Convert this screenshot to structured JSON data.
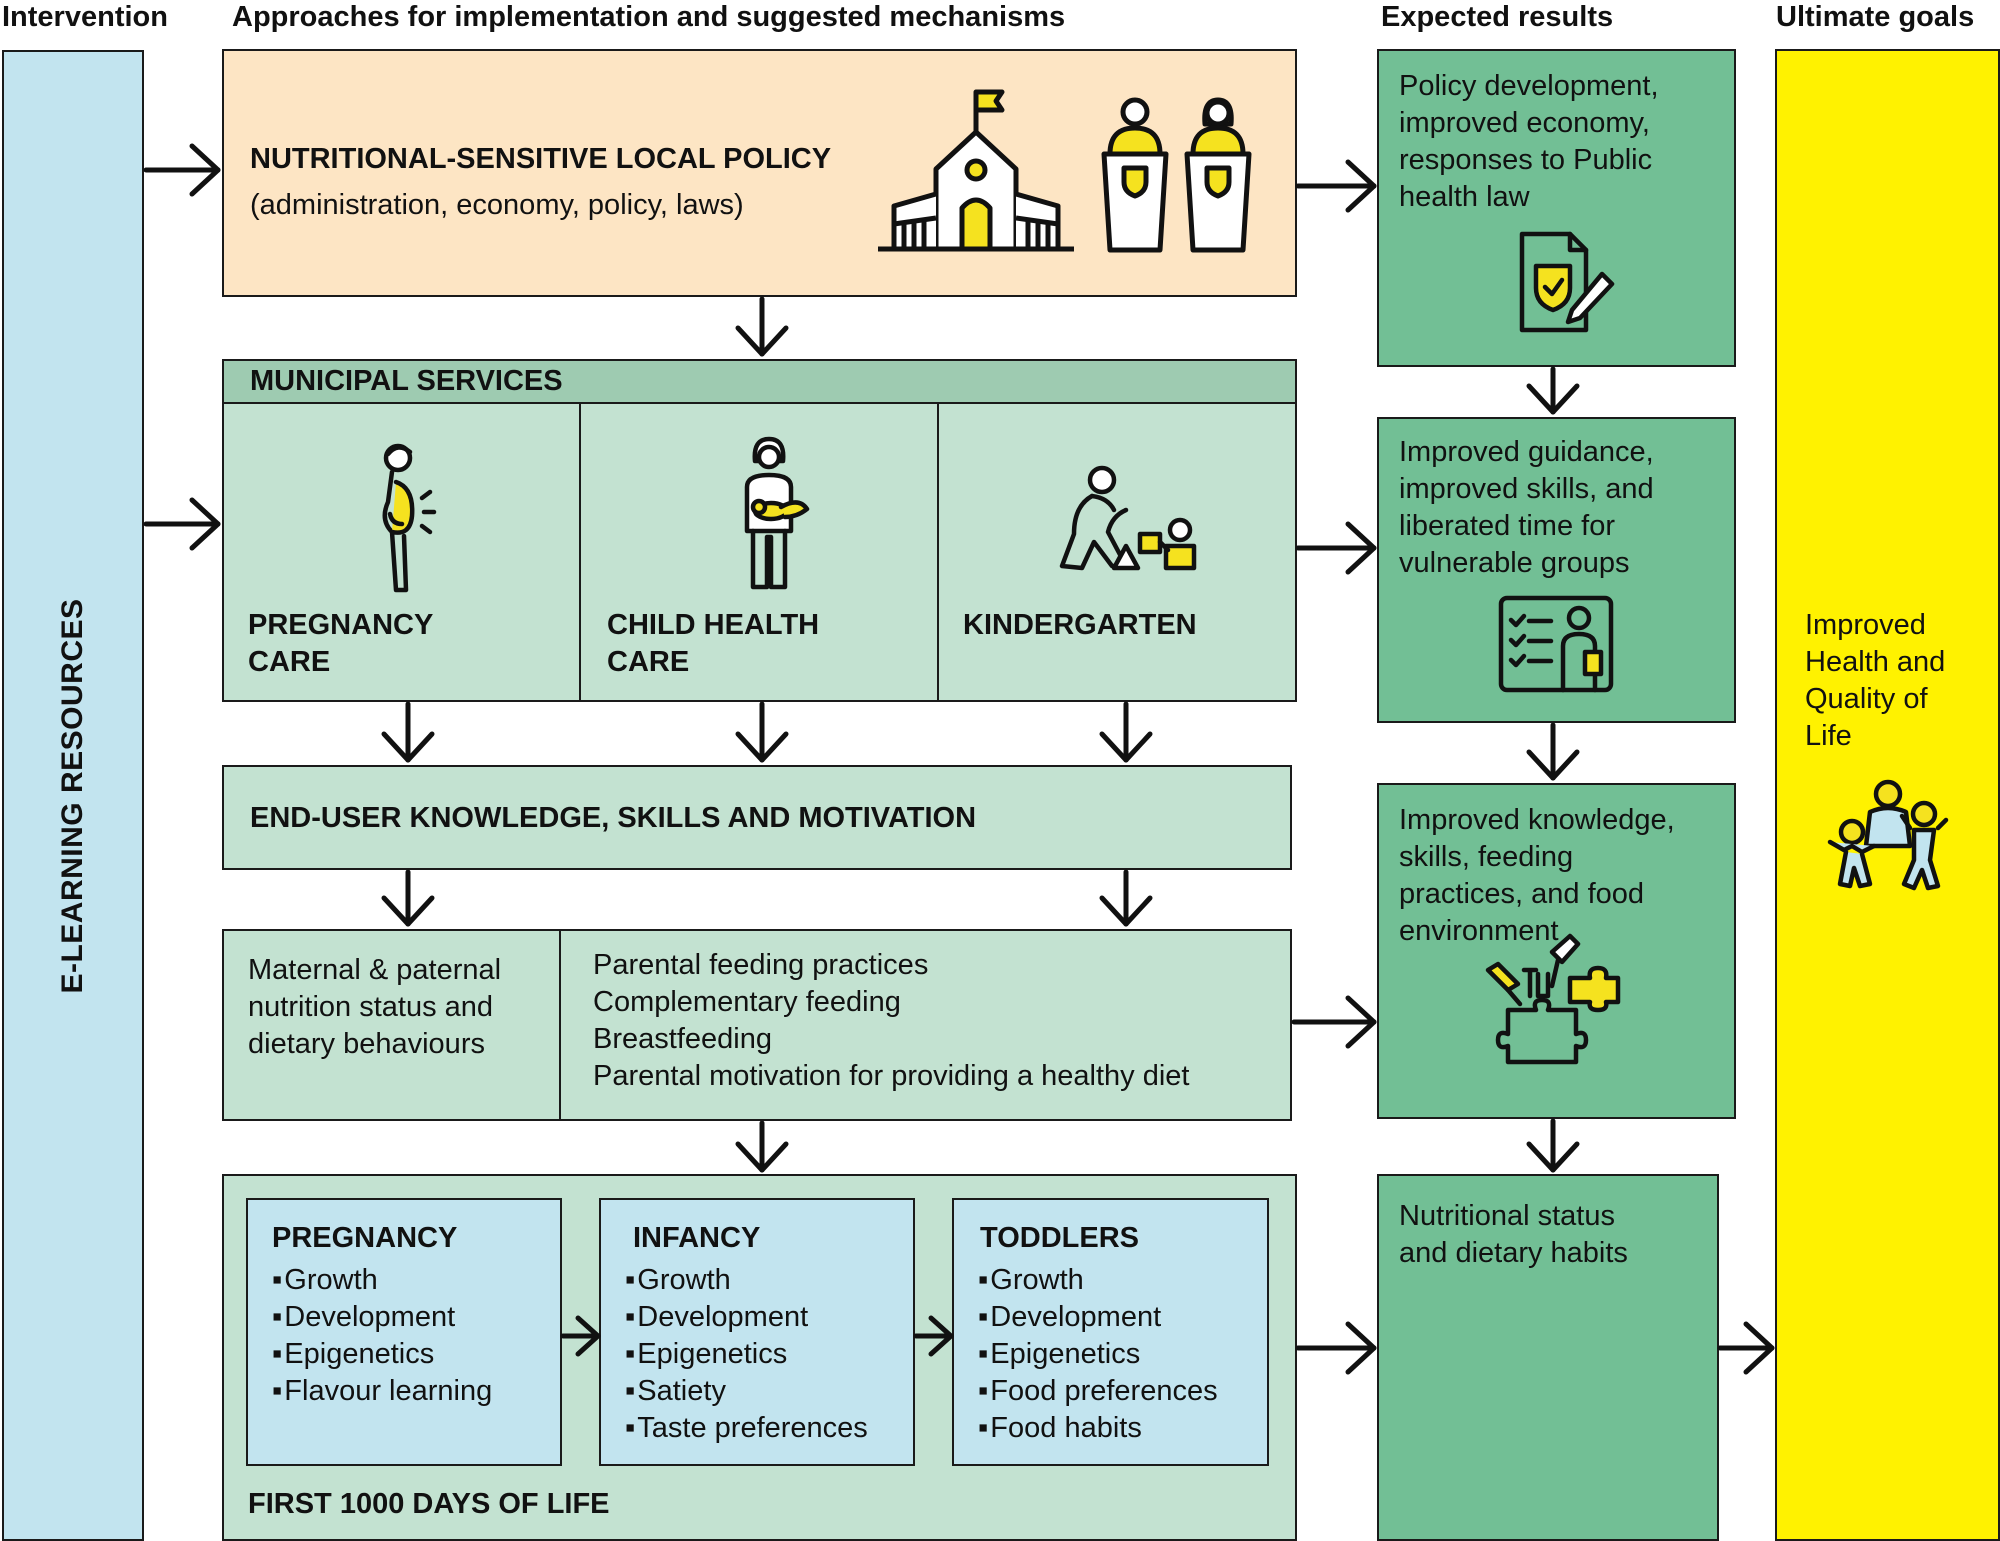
{
  "headers": {
    "intervention": "Intervention",
    "approaches": "Approaches for implementation and suggested mechanisms",
    "expected": "Expected results",
    "ultimate": "Ultimate goals"
  },
  "intervention": {
    "label": "E-LEARNING RESOURCES"
  },
  "policy": {
    "title": "NUTRITIONAL-SENSITIVE LOCAL POLICY",
    "subtitle": "(administration, economy, policy, laws)"
  },
  "municipal": {
    "title": "MUNICIPAL SERVICES",
    "services": [
      {
        "line1": "PREGNANCY",
        "line2": "CARE"
      },
      {
        "line1": "CHILD HEALTH",
        "line2": "CARE"
      },
      {
        "line1": "KINDERGARTEN",
        "line2": ""
      }
    ]
  },
  "enduser": {
    "title": "END-USER KNOWLEDGE, SKILLS AND MOTIVATION"
  },
  "behaviours": {
    "left": [
      "Maternal & paternal",
      "nutrition status and",
      "dietary behaviours"
    ],
    "right": [
      "Parental feeding practices",
      "Complementary feeding",
      "Breastfeeding",
      "Parental motivation for providing a healthy diet"
    ]
  },
  "first1000": {
    "footer": "FIRST 1000 DAYS OF LIFE",
    "stages": [
      {
        "title": "PREGNANCY",
        "items": [
          "Growth",
          "Development",
          "Epigenetics",
          "Flavour learning"
        ]
      },
      {
        "title": "INFANCY",
        "items": [
          "Growth",
          "Development",
          "Epigenetics",
          "Satiety",
          "Taste preferences"
        ]
      },
      {
        "title": "TODDLERS",
        "items": [
          "Growth",
          "Development",
          "Epigenetics",
          "Food preferences",
          "Food habits"
        ]
      }
    ]
  },
  "results": [
    [
      "Policy development,",
      "improved economy,",
      "responses to Public",
      "health law"
    ],
    [
      "Improved guidance,",
      "improved skills, and",
      "liberated time for",
      "vulnerable groups"
    ],
    [
      "Improved knowledge,",
      "skills, feeding",
      "practices, and food",
      "environment"
    ],
    [
      "Nutritional status",
      "and dietary habits"
    ]
  ],
  "ultimate": {
    "lines": [
      "Improved",
      "Health and",
      "Quality of",
      "Life"
    ]
  },
  "colors": {
    "light_blue": "#c2e4ef",
    "peach": "#fde5c4",
    "mint": "#c3e2d1",
    "mint_dark": "#9ecbb1",
    "green": "#72bf95",
    "yellow": "#fff200",
    "icon_yellow": "#f5e21f"
  }
}
